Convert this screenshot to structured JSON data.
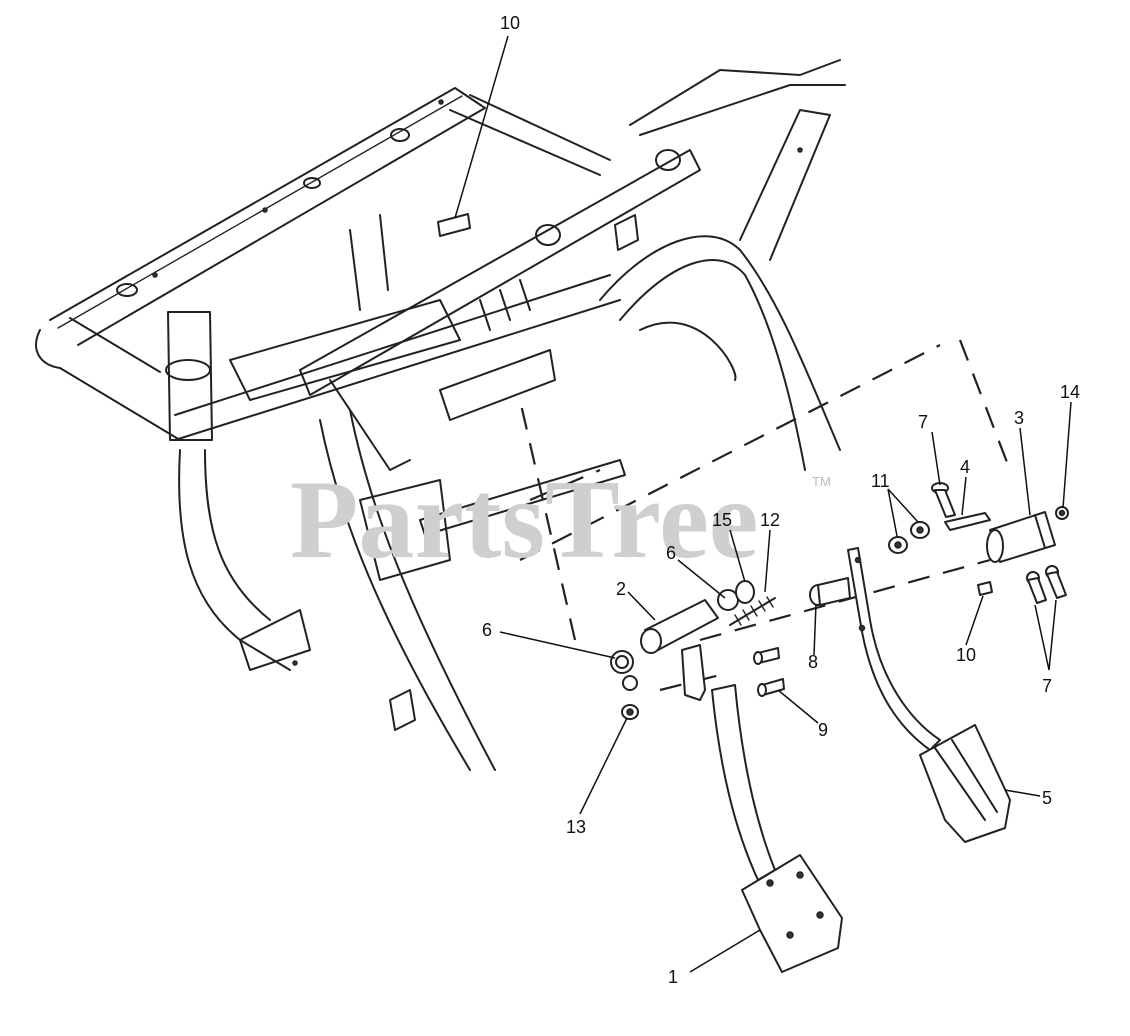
{
  "watermark": {
    "text": "PartsTree",
    "trademark": "TM"
  },
  "callouts": [
    {
      "id": "label-10-top",
      "text": "10"
    },
    {
      "id": "label-7-upper",
      "text": "7"
    },
    {
      "id": "label-3",
      "text": "3"
    },
    {
      "id": "label-14",
      "text": "14"
    },
    {
      "id": "label-4",
      "text": "4"
    },
    {
      "id": "label-11",
      "text": "11"
    },
    {
      "id": "label-15",
      "text": "15"
    },
    {
      "id": "label-12",
      "text": "12"
    },
    {
      "id": "label-6-upper",
      "text": "6"
    },
    {
      "id": "label-2",
      "text": "2"
    },
    {
      "id": "label-6-lower",
      "text": "6"
    },
    {
      "id": "label-8",
      "text": "8"
    },
    {
      "id": "label-10-right",
      "text": "10"
    },
    {
      "id": "label-7-lower",
      "text": "7"
    },
    {
      "id": "label-9",
      "text": "9"
    },
    {
      "id": "label-13",
      "text": "13"
    },
    {
      "id": "label-5",
      "text": "5"
    },
    {
      "id": "label-1",
      "text": "1"
    }
  ],
  "colors": {
    "line": "#222222",
    "watermark": "#cfcfcf",
    "background": "#ffffff"
  }
}
